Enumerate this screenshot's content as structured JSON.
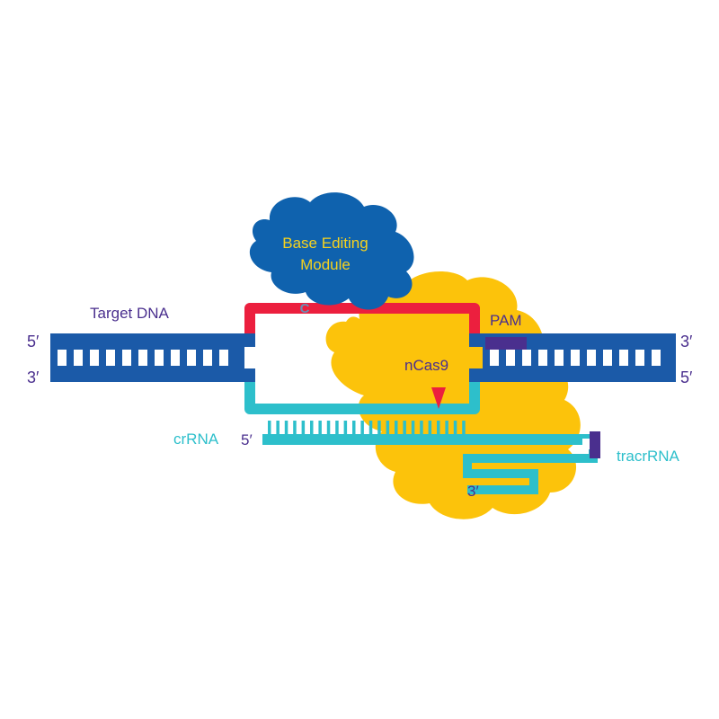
{
  "labels": {
    "target_dna": "Target DNA",
    "base_editing_line1": "Base Editing",
    "base_editing_line2": "Module",
    "pam": "PAM",
    "ncas9": "nCas9",
    "crrna": "crRNA",
    "tracrrna": "tracrRNA",
    "edit_base": "C",
    "top_left_end": "5′",
    "top_right_end": "3′",
    "bottom_left_end": "3′",
    "bottom_right_end": "5′",
    "crrna_end": "5′",
    "tracrrna_end": "3′"
  },
  "colors": {
    "dna_strand": "#1b5aa8",
    "dna_rungs": "#ffffff",
    "cas9_body": "#fcc30b",
    "editing_module": "#0f62ae",
    "editing_text": "#f6d21e",
    "target_strand": "#ec1f3e",
    "guide_strand": "#2dbfcb",
    "rna": "#2dbfcb",
    "pam": "#4a2f8e",
    "label_purple": "#4a2f8e",
    "label_cyan": "#2dbfcb",
    "nick_marker": "#ec1f3e",
    "edit_base": "#6a8fb5"
  },
  "icons": {
    "nick_marker": "down-triangle-icon"
  }
}
